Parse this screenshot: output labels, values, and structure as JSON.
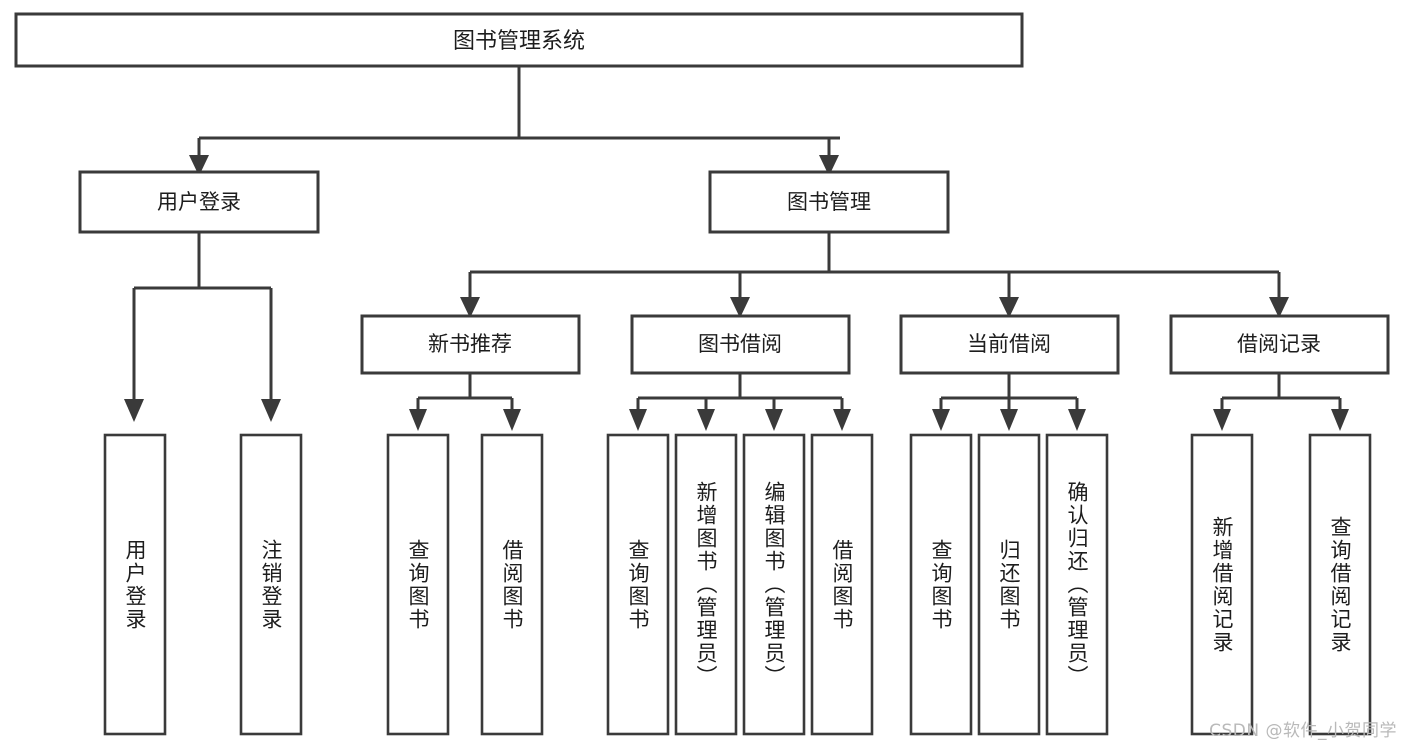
{
  "diagram": {
    "type": "tree",
    "title": "图书管理系统",
    "root": {
      "id": "root",
      "label": "图书管理系统"
    },
    "level1": [
      {
        "id": "user-login",
        "label": "用户登录"
      },
      {
        "id": "book-manage",
        "label": "图书管理"
      }
    ],
    "level2": [
      {
        "id": "new-book-recommend",
        "label": "新书推荐",
        "parent": "book-manage"
      },
      {
        "id": "book-borrow",
        "label": "图书借阅",
        "parent": "book-manage"
      },
      {
        "id": "current-borrow",
        "label": "当前借阅",
        "parent": "book-manage"
      },
      {
        "id": "borrow-record",
        "label": "借阅记录",
        "parent": "book-manage"
      }
    ],
    "leaves": {
      "user_login": [
        {
          "id": "leaf-user-login",
          "label": "用户登录"
        },
        {
          "id": "leaf-logout",
          "label": "注销登录"
        }
      ],
      "new_book_recommend": [
        {
          "id": "leaf-query-book-1",
          "label": "查询图书"
        },
        {
          "id": "leaf-borrow-book-1",
          "label": "借阅图书"
        }
      ],
      "book_borrow": [
        {
          "id": "leaf-query-book-2",
          "label": "查询图书"
        },
        {
          "id": "leaf-add-book",
          "label": "新增图书（管理员）"
        },
        {
          "id": "leaf-edit-book",
          "label": "编辑图书（管理员）"
        },
        {
          "id": "leaf-borrow-book-2",
          "label": "借阅图书"
        }
      ],
      "current_borrow": [
        {
          "id": "leaf-query-book-3",
          "label": "查询图书"
        },
        {
          "id": "leaf-return-book",
          "label": "归还图书"
        },
        {
          "id": "leaf-confirm-return",
          "label": "确认归还（管理员）"
        }
      ],
      "borrow_record": [
        {
          "id": "leaf-add-record",
          "label": "新增借阅记录"
        },
        {
          "id": "leaf-query-record",
          "label": "查询借阅记录"
        }
      ]
    },
    "colors": {
      "box_stroke": "#3a3a3a",
      "box_fill": "#ffffff",
      "text": "#1d1d1d",
      "line": "#3a3a3a",
      "watermark": "#b9b9b9",
      "background": "#ffffff"
    }
  },
  "watermark": {
    "text": "CSDN @软件_小贺同学"
  }
}
